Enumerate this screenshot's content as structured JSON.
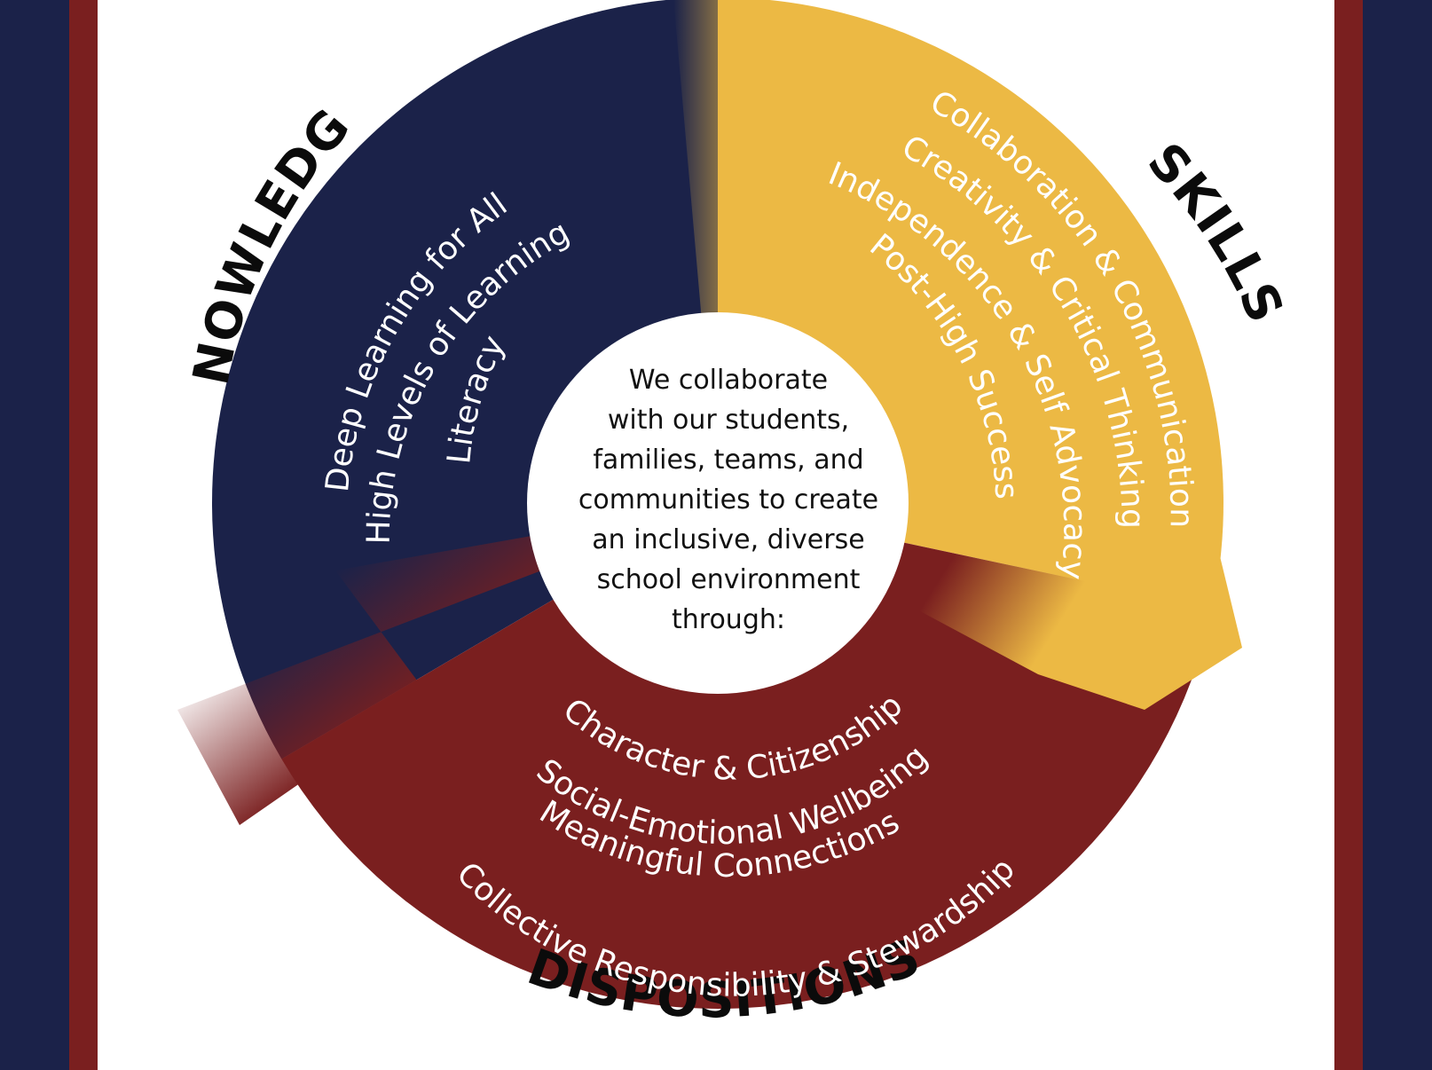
{
  "colors": {
    "navy": "#1b2249",
    "gold": "#ecb944",
    "maroon": "#7a1f1f",
    "text_on_ring": "#ffffff",
    "label": "#0b0b0b"
  },
  "sections": {
    "knowledge": {
      "label": "KNOWLEDGE",
      "items": [
        "Deep Learning for All",
        "High Levels of Learning",
        "Literacy"
      ]
    },
    "skills": {
      "label": "SKILLS",
      "items": [
        "Collaboration & Communication",
        "Creativity & Critical Thinking",
        "Independence & Self Advocacy",
        "Post-High Success"
      ]
    },
    "dispositions": {
      "label": "DISPOSITIONS",
      "items": [
        "Character & Citizenship",
        "Social-Emotional Wellbeing",
        "Meaningful Connections",
        "Collective Responsibility & Stewardship"
      ]
    }
  },
  "center": {
    "lines": [
      "We collaborate",
      "with our students,",
      "families, teams, and",
      "communities to create",
      "an inclusive, diverse",
      "school environment",
      "through:"
    ]
  }
}
